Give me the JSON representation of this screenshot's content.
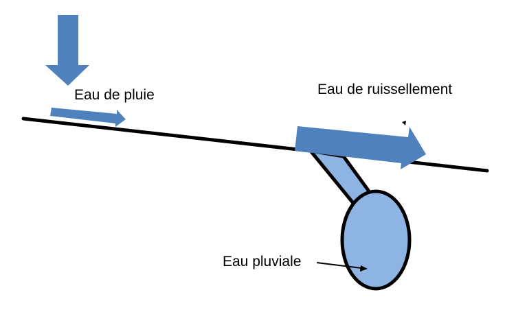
{
  "labels": {
    "rain": "Eau de pluie",
    "runoff": "Eau de ruissellement",
    "pluvial": "Eau pluviale"
  },
  "colors": {
    "arrow_fill": "#4f81bd",
    "reservoir_fill": "#8db4e2",
    "outline": "#000000",
    "background": "#ffffff"
  }
}
